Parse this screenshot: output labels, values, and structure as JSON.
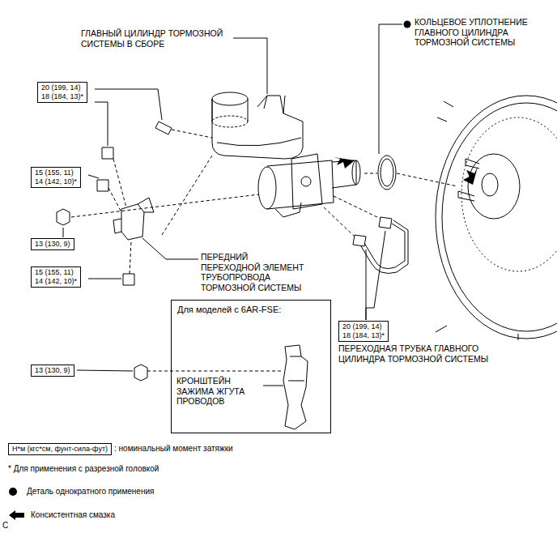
{
  "diagram": {
    "nodes": [
      {
        "text": [
          "20 (199, 14)",
          "18 (184, 13)*"
        ]
      },
      {
        "text": [
          "15 (155, 11)",
          "14 (142, 10)*"
        ]
      },
      {
        "text": [
          "13 (130, 9)"
        ]
      },
      {
        "text": [
          "15 (155, 11)",
          "14 (142, 10)*"
        ]
      },
      {
        "text": [
          "Для моделей с 6AR-FSE:"
        ]
      },
      {
        "text": [
          "13 (130, 9)"
        ]
      },
      {
        "text": [
          "20 (199, 14)",
          "18 (184, 13)*"
        ]
      },
      {
        "text": [
          "Н*м (кгс*см, фунт-сила-фут)"
        ]
      }
    ],
    "labels": [
      "ГЛАВНЫЙ ЦИЛИНДР ТОРМОЗНОЙ СИСТЕМЫ В СБОРЕ",
      "КОЛЬЦЕВОЕ УПЛОТНЕНИЕ ГЛАВНОГО ЦИЛИНДРА ТОРМОЗНОЙ СИСТЕМЫ",
      "ПЕРЕДНИЙ ПЕРЕХОДНОЙ ЭЛЕМЕНТ ТРУБОПРОВОДА ТОРМОЗНОЙ СИСТЕМЫ",
      "КРОНШТЕЙН ЗАЖИМА ЖГУТА ПРОВОДОВ",
      "ПЕРЕХОДНАЯ ТРУБКА ГЛАВНОГО ЦИЛИНДРА ТОРМОЗНОЙ СИСТЕМЫ",
      ": номинальный момент затяжки",
      "* Для применения с разрезной головкой",
      "C"
    ],
    "legend": [
      {
        "text": "Деталь однократного применения"
      },
      {
        "text": "Консистентная смазка"
      }
    ]
  }
}
